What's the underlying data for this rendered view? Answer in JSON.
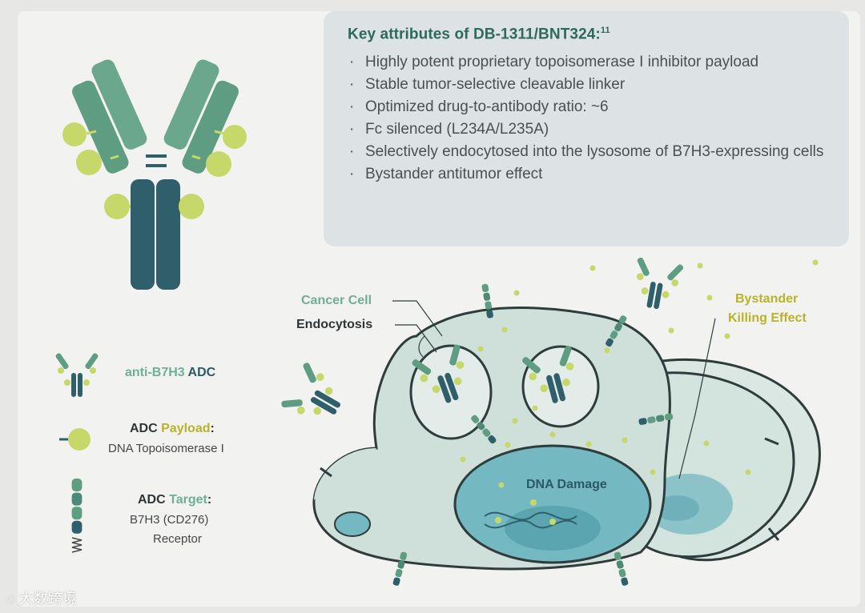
{
  "attributes": {
    "title": "Key attributes of DB-1311/BNT324:",
    "title_ref": "11",
    "items": [
      "Highly potent proprietary topoisomerase I inhibitor payload",
      "Stable tumor-selective cleavable linker",
      "Optimized drug-to-antibody ratio: ~6",
      "Fc silenced (L234A/L235A)",
      "Selectively endocytosed into the lysosome of B7H3-expressing cells",
      "Bystander antitumor effect"
    ]
  },
  "labels": {
    "cancer_cell": "Cancer Cell",
    "endocytosis": "Endocytosis",
    "bystander_line1": "Bystander",
    "bystander_line2": "Killing Effect",
    "dna_damage": "DNA Damage"
  },
  "legend": {
    "adc_prefix": "anti-B7H3",
    "adc_suffix": "ADC",
    "payload_prefix": "ADC",
    "payload_suffix": "Payload",
    "payload_colon": ":",
    "payload_desc": "DNA Topoisomerase I",
    "target_prefix": "ADC",
    "target_suffix": "Target",
    "target_colon": ":",
    "target_desc_line1": "B7H3 (CD276)",
    "target_desc_line2": "Receptor"
  },
  "watermark": "大数跨境",
  "colors": {
    "antibody_light": "#5f9d83",
    "antibody_dark": "#2f5f6a",
    "payload": "#c6d86a",
    "cell_fill": "#cfe0da",
    "nucleus": "#74b8c2",
    "label_green": "#6fae98",
    "label_olive": "#b9b22a"
  }
}
